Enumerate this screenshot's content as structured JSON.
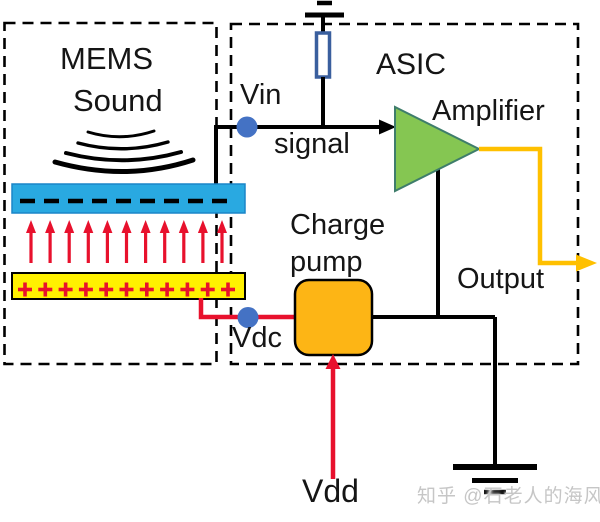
{
  "mems": {
    "label_line1": "MEMS",
    "label_line2": "Sound"
  },
  "asic": {
    "label": "ASIC"
  },
  "signals": {
    "vin": "Vin",
    "signal": "signal",
    "vdc": "Vdc",
    "vdd": "Vdd",
    "output": "Output"
  },
  "blocks": {
    "amplifier": "Amplifier",
    "charge_pump_line1": "Charge",
    "charge_pump_line2": "pump"
  },
  "field": {
    "arrow_count": 11,
    "plus_count": 11
  },
  "colors": {
    "membrane_blue": "#29A9E1",
    "membrane_edge": "#1A85C8",
    "backplate_yellow": "#FFF100",
    "charge_pump_orange": "#FDB515",
    "amplifier_green": "#85C652",
    "amplifier_edge": "#3E7D6B",
    "output_yellow": "#FFC000",
    "wire_red": "#E8112D",
    "node_blue": "#4472C4",
    "resistor_outline": "#3A5F9E",
    "wire_black": "#000000"
  },
  "watermark": {
    "text": "知乎 @石老人的海风"
  }
}
